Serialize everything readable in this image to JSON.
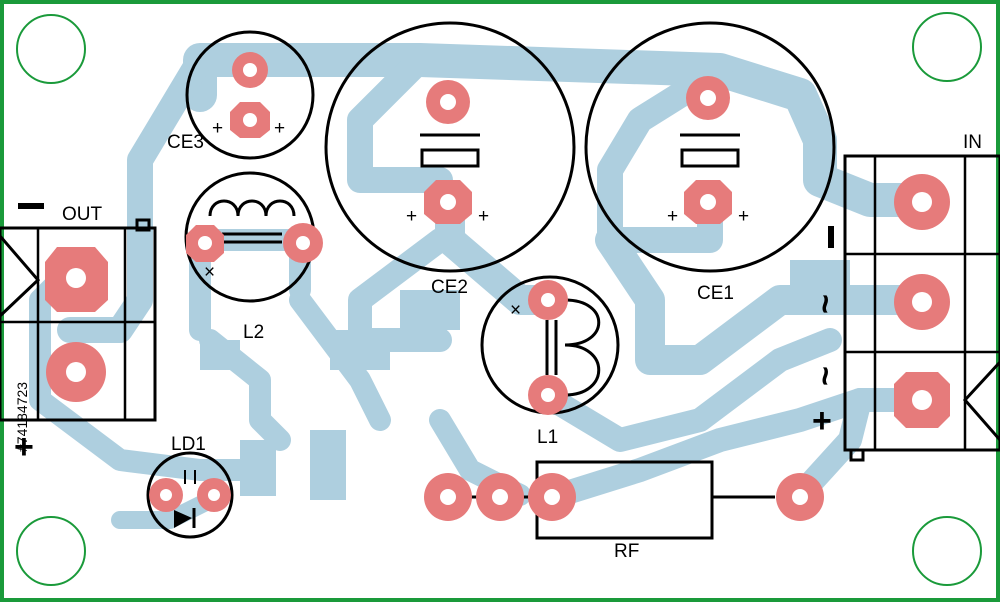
{
  "labels": {
    "out": "OUT",
    "in": "IN",
    "ce1": "CE1",
    "ce2": "CE2",
    "ce3": "CE3",
    "l1": "L1",
    "l2": "L2",
    "ld1": "LD1",
    "rf": "RF"
  },
  "symbols": {
    "minus": "−",
    "plus": "+",
    "tilde": "~",
    "cross": "×"
  },
  "watermark": "#74184723",
  "colors": {
    "border": "#1a9a3a",
    "trace": "#aecfdf",
    "pad": "#e67b7b",
    "silkscreen": "#000000",
    "mounting_hole": "#1a9a3a"
  }
}
